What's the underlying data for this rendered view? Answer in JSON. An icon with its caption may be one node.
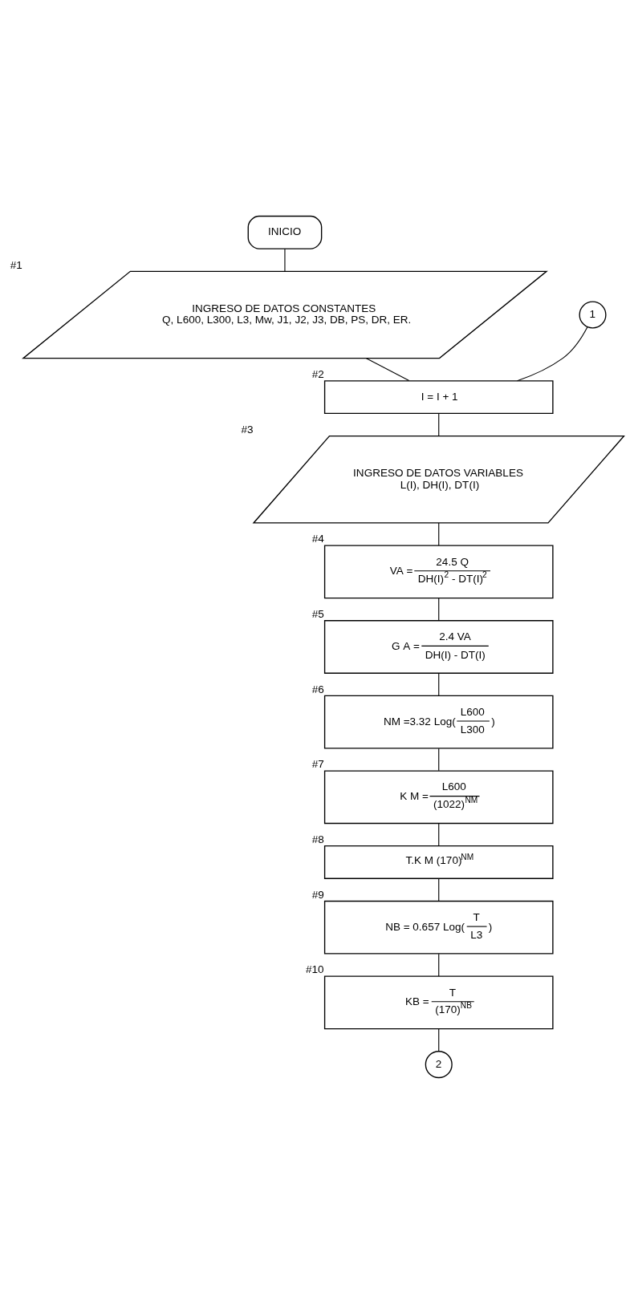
{
  "diagram": {
    "nodes": [
      {
        "text": [
          "INICIO"
        ]
      },
      {
        "text": [
          "INGRESO DE DATOS CONSTANTES",
          "Q, L600, L300, L3, Mw, J1, J2, J3, DB, PS, DR, ER."
        ],
        "beside": [
          "#1"
        ]
      },
      {
        "text": [
          "1"
        ]
      },
      {
        "text": [
          "I = I + 1"
        ],
        "beside": [
          "#2"
        ]
      },
      {
        "text": [
          "INGRESO DE DATOS VARIABLES",
          "L(I), DH(I), DT(I)"
        ],
        "beside": [
          "#3"
        ]
      },
      {
        "text": [
          "VA =",
          "24.5 Q",
          "DH(I)$^{2}$ - DT(I)$^{2}$"
        ],
        "beside": [
          "#4"
        ]
      },
      {
        "text": [
          "G A =",
          "2.4 VA",
          "DH(I) - DT(I)"
        ],
        "beside": [
          "#5"
        ]
      },
      {
        "text": [
          "NM =3.32 Log(",
          "L600",
          "L300",
          ")"
        ],
        "beside": [
          "#6"
        ]
      },
      {
        "text": [
          "K M =",
          "L600",
          "(1022)$^{NM}$"
        ],
        "beside": [
          "#7"
        ]
      },
      {
        "text": [
          "T.K M (170)$^{NM}$"
        ],
        "beside": [
          "#8"
        ]
      },
      {
        "text": [
          "NB = 0.657 Log(",
          "T",
          "L3",
          ")"
        ],
        "beside": [
          "#9"
        ]
      },
      {
        "text": [
          "KB =",
          "T",
          "(170)$^{NB}$"
        ],
        "beside": [
          "#10"
        ]
      },
      {
        "text": [
          "2"
        ]
      }
    ],
    "edges": [
      {
        "from": 0,
        "to": 1,
        "arrow": "none"
      },
      {
        "from": 1,
        "to": 3,
        "arrow": "none"
      },
      {
        "from": 2,
        "to": 3,
        "arrow": "none"
      },
      {
        "from": 3,
        "to": 4,
        "arrow": "none"
      },
      {
        "from": 4,
        "to": 5,
        "arrow": "none"
      },
      {
        "from": 5,
        "to": 6,
        "arrow": "none"
      },
      {
        "from": 6,
        "to": 7,
        "arrow": "none"
      },
      {
        "from": 7,
        "to": 8,
        "arrow": "none"
      },
      {
        "from": 8,
        "to": 9,
        "arrow": "none"
      },
      {
        "from": 9,
        "to": 10,
        "arrow": "none"
      },
      {
        "from": 10,
        "to": 11,
        "arrow": "none"
      },
      {
        "from": 11,
        "to": 12,
        "arrow": "none"
      }
    ]
  }
}
